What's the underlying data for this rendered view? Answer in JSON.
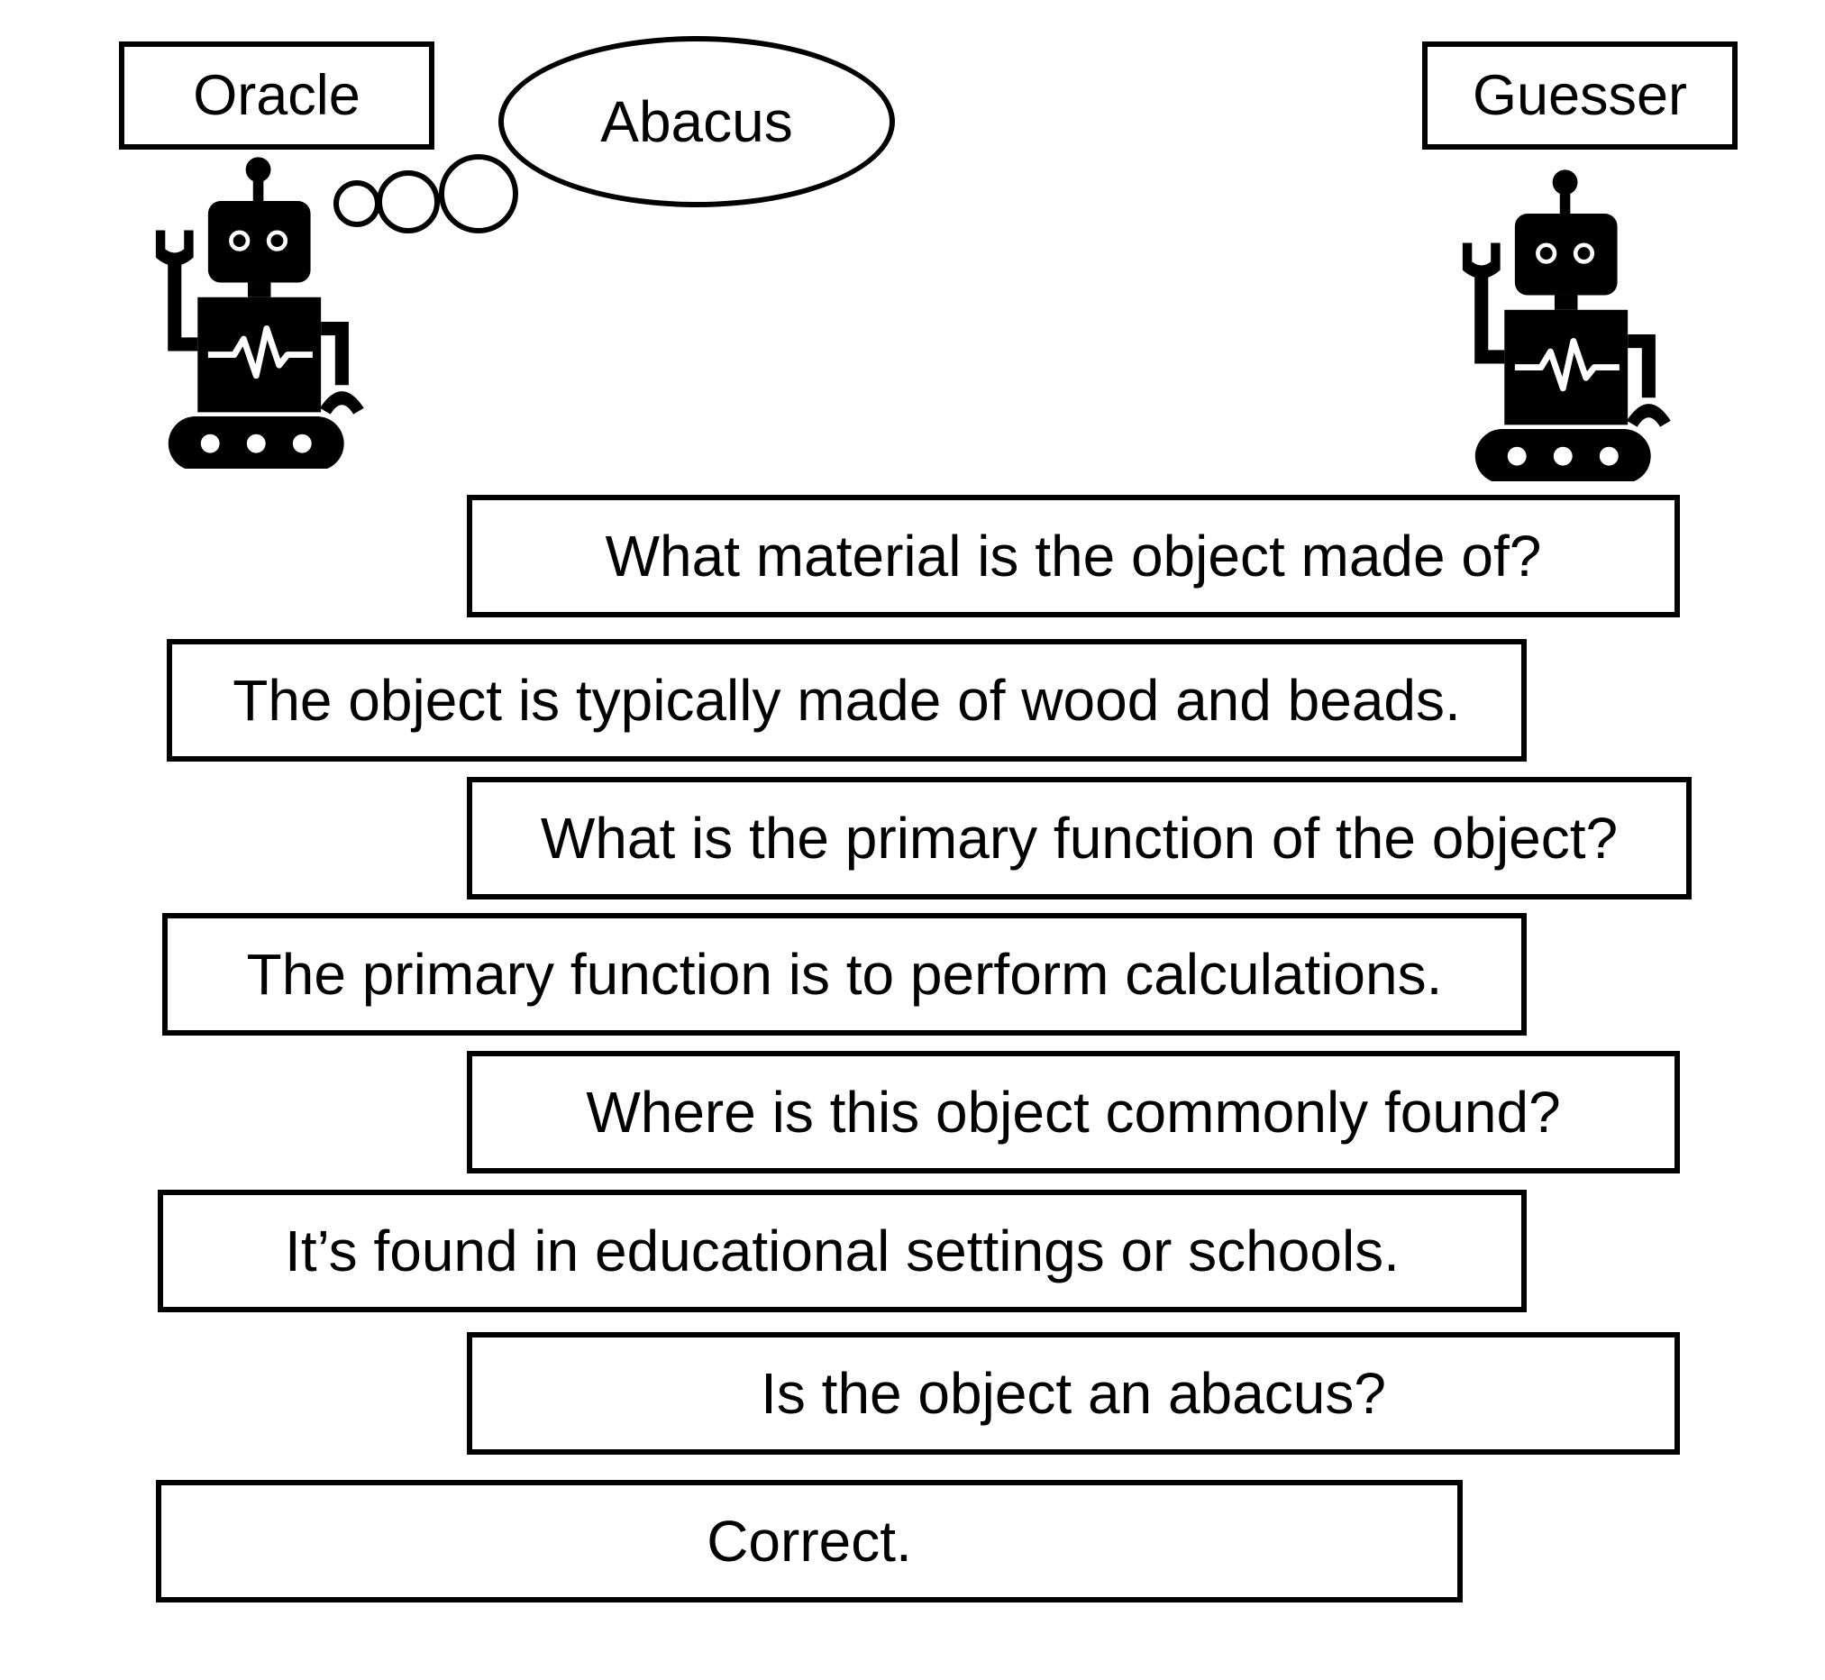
{
  "oracle": {
    "label": "Oracle",
    "thought": "Abacus",
    "icon": "robot-icon"
  },
  "guesser": {
    "label": "Guesser",
    "icon": "robot-icon"
  },
  "dialogue": [
    {
      "speaker": "guesser",
      "text": "What material is the object made of?"
    },
    {
      "speaker": "oracle",
      "text": "The object is typically made of wood and beads."
    },
    {
      "speaker": "guesser",
      "text": "What is the primary function of the object?"
    },
    {
      "speaker": "oracle",
      "text": "The primary function is to perform calculations."
    },
    {
      "speaker": "guesser",
      "text": "Where is this object commonly found?"
    },
    {
      "speaker": "oracle",
      "text": "It’s found in educational settings or schools."
    },
    {
      "speaker": "guesser",
      "text": "Is the object an abacus?"
    },
    {
      "speaker": "oracle",
      "text": "Correct."
    }
  ]
}
